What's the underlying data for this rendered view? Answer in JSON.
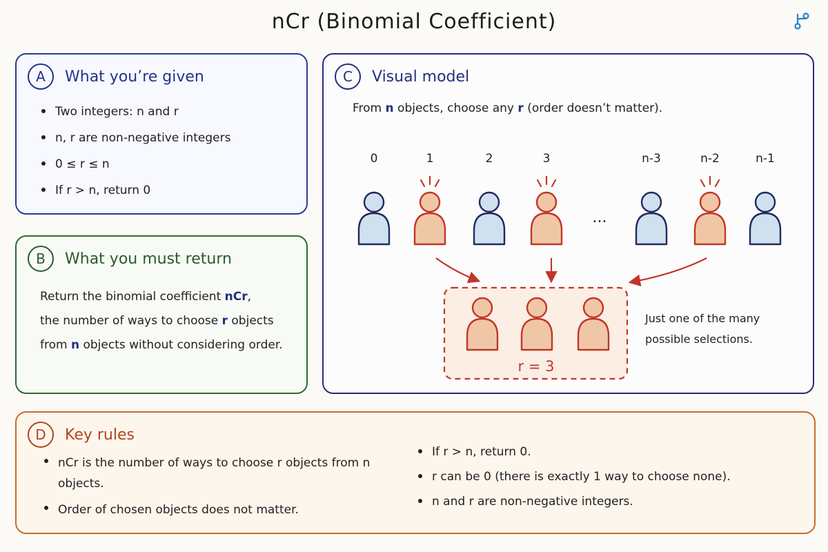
{
  "title": "nCr (Binomial Coefficient)",
  "icon": "fork-branch-icon",
  "colors": {
    "blue_accent": "#23307e",
    "green_accent": "#2c5a2e",
    "orange_accent": "#b1461c",
    "selected_red": "#c2362a",
    "person_blue": "#cfe0ef",
    "person_red": "#f0c7a6"
  },
  "panel_a": {
    "badge": "A",
    "title": "What you’re given",
    "items": [
      "Two integers: n and r",
      "n, r are non-negative integers",
      "0 ≤ r ≤ n",
      "If r > n, return 0"
    ]
  },
  "panel_b": {
    "badge": "B",
    "title": "What you must return",
    "t1": "Return the binomial coefficient ",
    "ncr": "nCr",
    "t2": ",",
    "t3": "the number of ways to choose ",
    "r": "r",
    "t4": " objects",
    "t5": "from ",
    "n": "n",
    "t6": " objects without considering order."
  },
  "panel_c": {
    "badge": "C",
    "title": "Visual model",
    "intro_1": "From ",
    "intro_n": "n",
    "intro_2": " objects, choose any ",
    "intro_r": "r",
    "intro_3": " (order doesn’t matter).",
    "labels": [
      "0",
      "1",
      "2",
      "3",
      "n-3",
      "n-2",
      "n-1"
    ],
    "selected": [
      false,
      true,
      false,
      true,
      false,
      true,
      false
    ],
    "ellipsis": "...",
    "selection_label": "r = 3",
    "note": "Just one of the many possible selections."
  },
  "panel_d": {
    "badge": "D",
    "title": "Key rules",
    "left_items": [
      "nCr is the number of ways to choose r objects from n objects.",
      "Order of chosen objects does not matter."
    ],
    "right_items": [
      "If r > n, return 0.",
      "r can be 0 (there is exactly 1 way to choose none).",
      "n and r are non-negative integers."
    ]
  }
}
